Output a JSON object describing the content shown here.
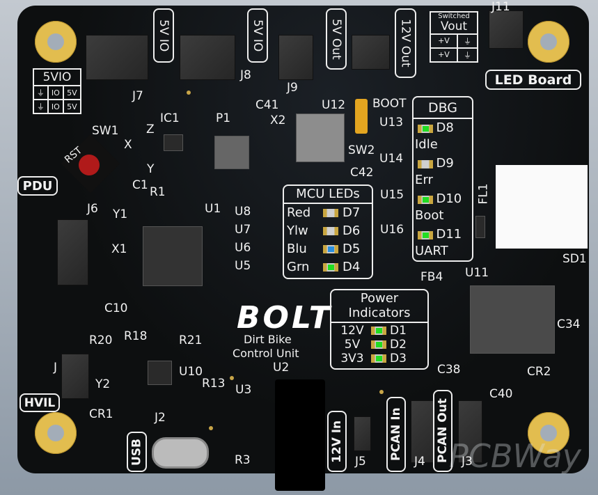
{
  "board": {
    "name": "Dirt Bike Control Unit",
    "logo": "BOLT",
    "subtitle1": "Dirt Bike",
    "subtitle2": "Control Unit",
    "watermark": "PCBWay"
  },
  "connectors": {
    "j7_box": "5V IO",
    "j8_box": "5V IO",
    "j9_box": "5V Out",
    "j10_box": "12V Out",
    "led_board": "LED Board",
    "pdu": "PDU",
    "hvil": "HVIL",
    "usb": "USB",
    "in12": "12V In",
    "pcan_in": "PCAN In",
    "pcan_out": "PCAN Out"
  },
  "vio_table": {
    "title": "5VIO",
    "row1": [
      "⏚",
      "IO",
      "5V"
    ],
    "row2": [
      "⏚",
      "IO",
      "5V"
    ]
  },
  "vout_table": {
    "title1": "Switched",
    "title2": "Vout",
    "row1": [
      "+V",
      "⏚"
    ],
    "row2": [
      "+V",
      "⏚"
    ]
  },
  "refs": {
    "J7": "J7",
    "J8": "J8",
    "J9": "J9",
    "J11": "J11",
    "C41": "C41",
    "U12": "U12",
    "BOOT": "BOOT",
    "X2": "X2",
    "IC1": "IC1",
    "P1": "P1",
    "SW1": "SW1",
    "RST": "RST",
    "Z": "Z",
    "X": "X",
    "Y": "Y",
    "C1": "C1",
    "R1": "R1",
    "J6": "J6",
    "Y1": "Y1",
    "U1": "U1",
    "X1": "X1",
    "C10": "C10",
    "U13": "U13",
    "U14": "U14",
    "C42": "C42",
    "SW2": "SW2",
    "U15": "U15",
    "U16": "U16",
    "U8": "U8",
    "U7": "U7",
    "U6": "U6",
    "U5": "U5",
    "FL1": "FL1",
    "SD1": "SD1",
    "FB4": "FB4",
    "U11": "U11",
    "C34": "C34",
    "U2": "U2",
    "R20": "R20",
    "R18": "R18",
    "R21": "R21",
    "U10": "U10",
    "J": "J",
    "Y2": "Y2",
    "R13": "R13",
    "U3": "U3",
    "CR1": "CR1",
    "J2": "J2",
    "R3": "R3",
    "J5": "J5",
    "J4": "J4",
    "J3": "J3",
    "C38": "C38",
    "C40": "C40",
    "CR2": "CR2"
  },
  "dbg": {
    "title": "DBG",
    "leds": [
      {
        "ref": "D8",
        "label": "Idle",
        "color": "#22dd22"
      },
      {
        "ref": "D9",
        "label": "Err",
        "color": "#d0d0d0"
      },
      {
        "ref": "D10",
        "label": "Boot",
        "color": "#22dd22"
      },
      {
        "ref": "D11",
        "label": "UART",
        "color": "#22dd22"
      }
    ]
  },
  "mcu_leds": {
    "title": "MCU LEDs",
    "leds": [
      {
        "label": "Red",
        "ref": "D7",
        "color": "#d0d0d0"
      },
      {
        "label": "Ylw",
        "ref": "D6",
        "color": "#d0d0d0"
      },
      {
        "label": "Blu",
        "ref": "D5",
        "color": "#2a8fe0"
      },
      {
        "label": "Grn",
        "ref": "D4",
        "color": "#22dd22"
      }
    ]
  },
  "power": {
    "title1": "Power",
    "title2": "Indicators",
    "leds": [
      {
        "label": "12V",
        "ref": "D1",
        "color": "#22dd22"
      },
      {
        "label": "5V",
        "ref": "D2",
        "color": "#22dd22"
      },
      {
        "label": "3V3",
        "ref": "D3",
        "color": "#22dd22"
      }
    ]
  }
}
